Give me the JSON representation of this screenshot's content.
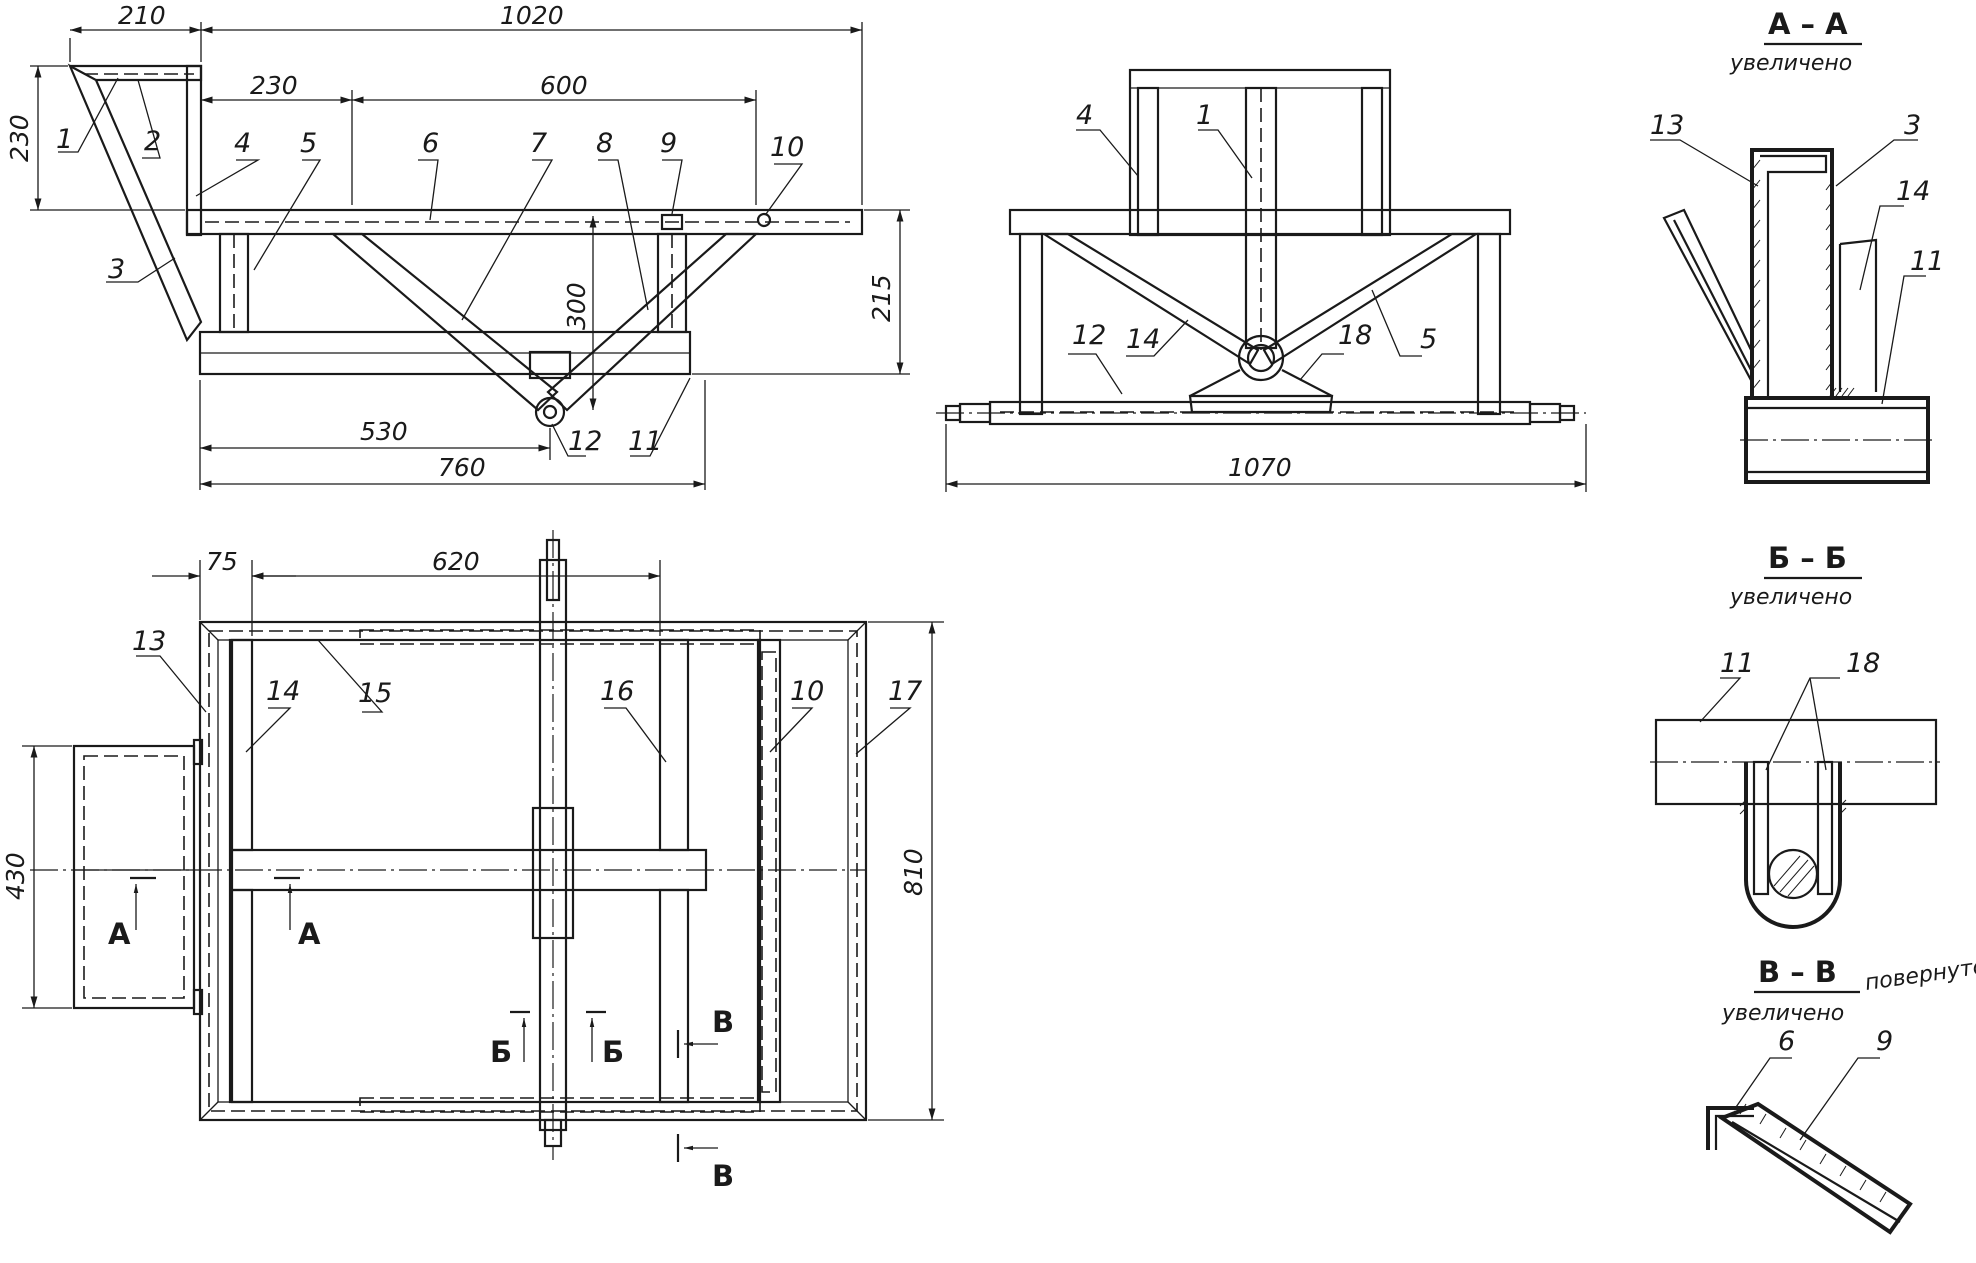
{
  "dimensions": {
    "d210": "210",
    "d1020": "1020",
    "d230_top": "230",
    "d600": "600",
    "d230_side": "230",
    "d300": "300",
    "d215": "215",
    "d530": "530",
    "d760": "760",
    "d1070": "1070",
    "d75": "75",
    "d620": "620",
    "d430": "430",
    "d810": "810"
  },
  "side_view": {
    "p1": "1",
    "p2": "2",
    "p3": "3",
    "p4": "4",
    "p5": "5",
    "p6": "6",
    "p7": "7",
    "p8": "8",
    "p9": "9",
    "p10": "10",
    "p11": "11",
    "p12": "12"
  },
  "front_view": {
    "p4": "4",
    "p1": "1",
    "p12": "12",
    "p14": "14",
    "p18": "18",
    "p5": "5"
  },
  "plan_view": {
    "p13": "13",
    "p14": "14",
    "p15": "15",
    "p16": "16",
    "p10": "10",
    "p17": "17",
    "cut_a_left": "А",
    "cut_a_right": "А",
    "cut_b_left": "Б",
    "cut_b_right": "Б",
    "cut_v_top": "В",
    "cut_v_bottom": "В"
  },
  "section_aa": {
    "title": "А – А",
    "subtitle": "увеличено",
    "p13": "13",
    "p3": "3",
    "p14": "14",
    "p11": "11"
  },
  "section_bb": {
    "title": "Б – Б",
    "subtitle": "увеличено",
    "p11": "11",
    "p18": "18"
  },
  "section_vv": {
    "title": "В – В",
    "subtitle": "увеличено",
    "rotated_note": "повернуто",
    "p6": "6",
    "p9": "9"
  }
}
